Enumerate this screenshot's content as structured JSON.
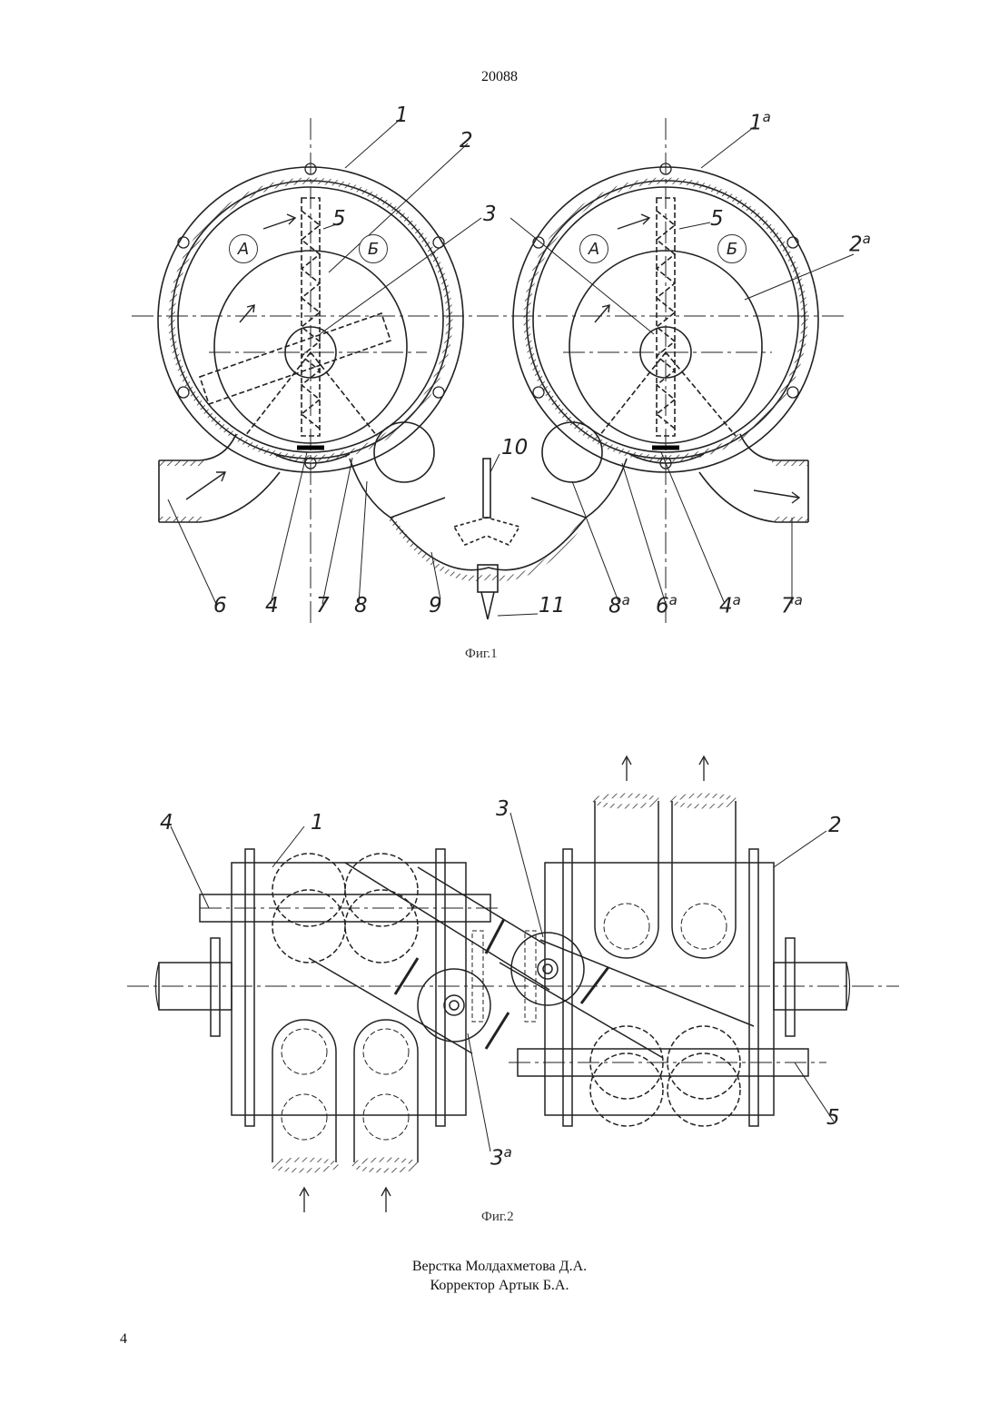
{
  "header": {
    "patent_number": "20088"
  },
  "figure1": {
    "caption": "Фиг.1",
    "zones": {
      "a": "А",
      "b": "Б"
    },
    "labels": {
      "l1": "1",
      "l1a_base": "1",
      "l1a_sup": "а",
      "l2": "2",
      "l2a_base": "2",
      "l2a_sup": "а",
      "l3": "3",
      "l5_left": "5",
      "l5_right": "5",
      "l10": "10",
      "l6": "6",
      "l4": "4",
      "l7": "7",
      "l8": "8",
      "l9": "9",
      "l11": "11",
      "l8a_base": "8",
      "l8a_sup": "а",
      "l6a_base": "6",
      "l6a_sup": "а",
      "l4a_base": "4",
      "l4a_sup": "а",
      "l7a_base": "7",
      "l7a_sup": "а"
    }
  },
  "figure2": {
    "caption": "Фиг.2",
    "labels": {
      "l4": "4",
      "l1": "1",
      "l3": "3",
      "l2": "2",
      "l5": "5",
      "l3a_base": "3",
      "l3a_sup": "а"
    }
  },
  "footer": {
    "layout_credit": "Верстка Молдахметова Д.А.",
    "proofreader_credit": "Корректор Артык Б.А.",
    "page_number": "4"
  }
}
